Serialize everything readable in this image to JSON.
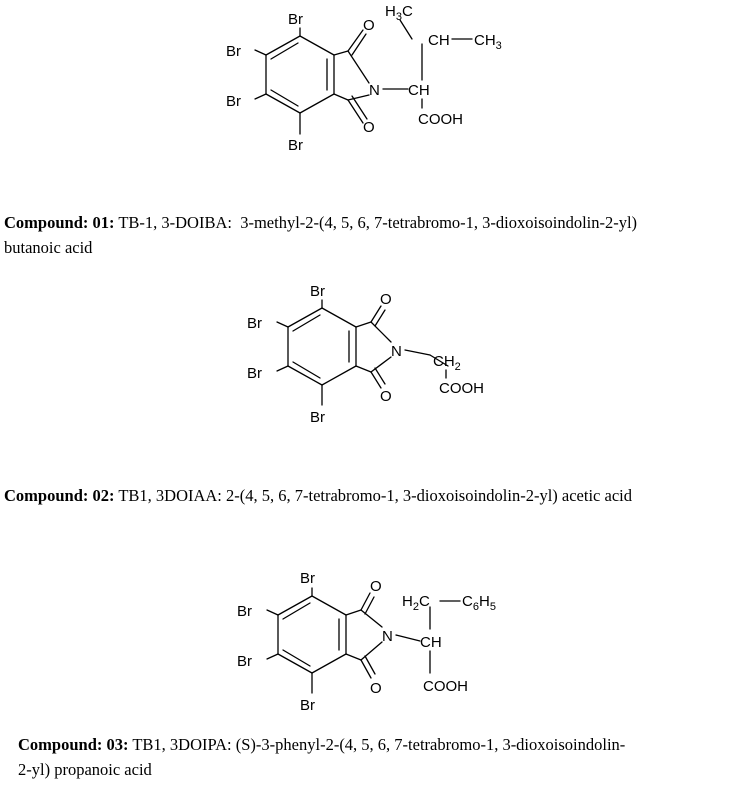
{
  "compounds": [
    {
      "id": "01",
      "label": "Compound: 01:",
      "code": "TB-1, 3-DOIBA:",
      "name_line1": "3-methyl-2-(4, 5, 6, 7-tetrabromo-1, 3-dioxoisoindolin-2-yl)",
      "name_line2": "butanoic acid",
      "atoms": {
        "br": "Br",
        "o": "O",
        "n": "N",
        "cooh": "COOH",
        "ch": "CH",
        "h3c_h": "H",
        "h3c_3": "3",
        "h3c_c": "C",
        "ch_ch3": "CH",
        "ch3_c": "CH",
        "ch3_3": "3"
      }
    },
    {
      "id": "02",
      "label": "Compound: 02:",
      "code": "TB1, 3DOIAA:",
      "name_line1": "2-(4, 5, 6, 7-tetrabromo-1, 3-dioxoisoindolin-2-yl) acetic acid",
      "atoms": {
        "br": "Br",
        "o": "O",
        "n": "N",
        "cooh": "COOH",
        "ch2_ch": "CH",
        "ch2_2": "2"
      }
    },
    {
      "id": "03",
      "label": "Compound: 03:",
      "code": "TB1, 3DOIPA:",
      "name_line1": "(S)-3-phenyl-2-(4, 5, 6, 7-tetrabromo-1, 3-dioxoisoindolin-",
      "name_line2": "2-yl) propanoic acid",
      "atoms": {
        "br": "Br",
        "o": "O",
        "n": "N",
        "cooh": "COOH",
        "ch": "CH",
        "h2c_h": "H",
        "h2c_2": "2",
        "h2c_c": "C",
        "c6h5_c": "C",
        "c6h5_6": "6",
        "c6h5_h": "H",
        "c6h5_5": "5"
      }
    }
  ]
}
